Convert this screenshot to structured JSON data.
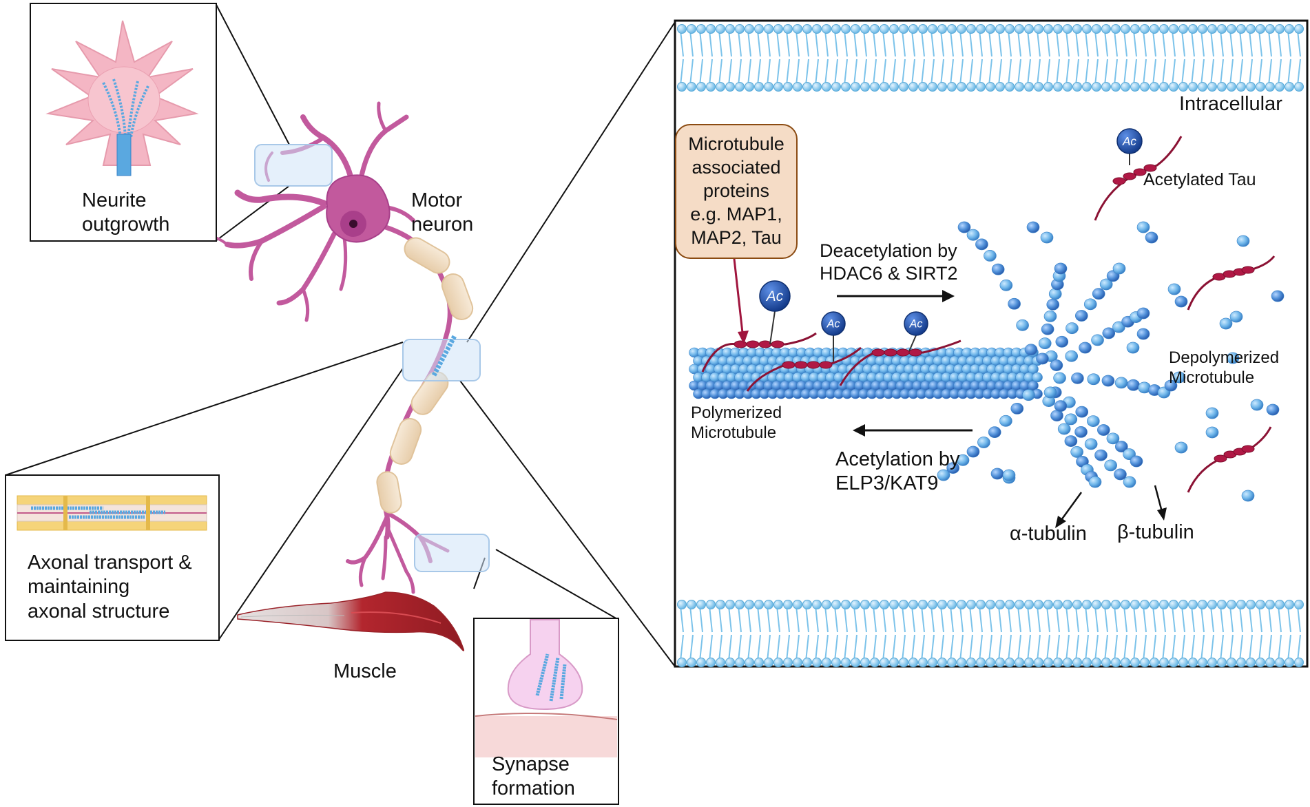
{
  "labels": {
    "neurite_outgrowth": [
      "Neurite",
      "outgrowth"
    ],
    "motor_neuron": [
      "Motor",
      "neuron"
    ],
    "axonal_transport": [
      "Axonal transport &",
      "maintaining",
      "axonal structure"
    ],
    "muscle": "Muscle",
    "synapse_formation": [
      "Synapse",
      "formation"
    ],
    "intracellular": "Intracellular",
    "map_box": [
      "Microtubule",
      "associated",
      "proteins",
      "e.g. MAP1,",
      "MAP2, Tau"
    ],
    "acetylated_tau": "Acetylated Tau",
    "deacetylation": [
      "Deacetylation by",
      "HDAC6 & SIRT2"
    ],
    "acetylation": [
      "Acetylation by",
      "ELP3/KAT9"
    ],
    "polymerized": [
      "Polymerized",
      "Microtubule"
    ],
    "depolymerized": [
      "Depolymerized",
      "Microtubule"
    ],
    "alpha_tubulin": "α-tubulin",
    "beta_tubulin": "β-tubulin",
    "ac_badge": "Ac"
  },
  "colors": {
    "membrane": "#7cc3ea",
    "tubulin": "#5aa8e0",
    "tubulin_dark": "#2e6fc1",
    "tau": "#a0153e",
    "neuron": "#c2599d",
    "myelin": "#f1dcc3",
    "muscle": "#b3262e",
    "map_box_fill": "#f5dcc6",
    "map_box_border": "#8b4b12",
    "ac_badge": "#1f4fa8"
  }
}
